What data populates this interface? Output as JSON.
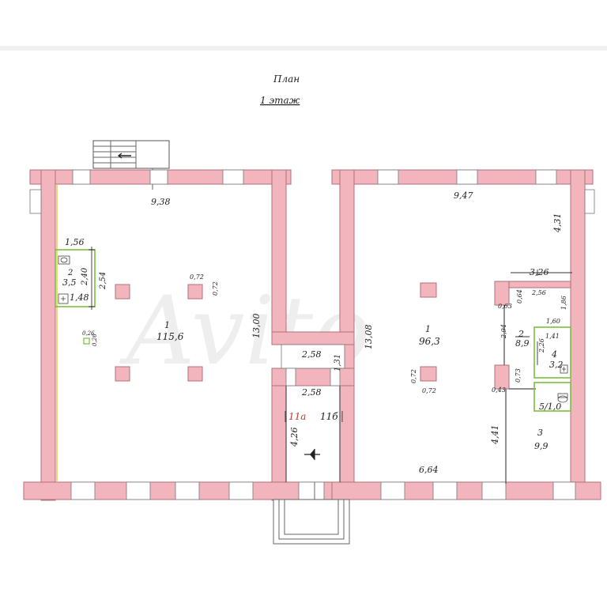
{
  "plan": {
    "title": "План",
    "floor": "1 этаж",
    "watermark": "Avito"
  },
  "left_block": {
    "top_width": "9,38",
    "height": "13,00",
    "room1_number": "1",
    "room1_area": "115,6",
    "col_size_a": "0,72",
    "col_size_b": "0,72",
    "room2_number": "2",
    "room2_area": "3,5",
    "room2_width": "1,56",
    "room2_dim_a": "2,40",
    "room2_dim_b": "2,54",
    "room2_dim_c": "1,48",
    "pipe_size_a": "0,26",
    "pipe_size_b": "0,26"
  },
  "middle": {
    "upper_width": "2,58",
    "upper_height": "1,31",
    "lower_width": "2,58",
    "room_11a": "11а",
    "room_11b": "11б",
    "depth": "4,26"
  },
  "right_block": {
    "top_width": "9,47",
    "upper_right": "4,31",
    "height": "13,08",
    "bottom_width": "6,64",
    "room1_number": "1",
    "room1_area": "96,3",
    "col_size_a": "0,72",
    "col_size_b": "0,72",
    "r2_width": "3,26",
    "r2_inner": "2,56",
    "r2_offset_a": "0,64",
    "r2_offset_b": "0,63",
    "r2_depth": "1,86",
    "r2_height": "2,94",
    "r2_number": "2",
    "r2_area": "8,9",
    "r2_gap": "0,73",
    "r2_wall": "0,43",
    "r4_width": "1,60",
    "r4_inner": "1,41",
    "r4_height": "2,26",
    "r4_number": "4",
    "r4_area": "3,2",
    "r5_label": "5/1,0",
    "r3_depth": "4,41",
    "r3_number": "3",
    "r3_area": "9,9"
  }
}
